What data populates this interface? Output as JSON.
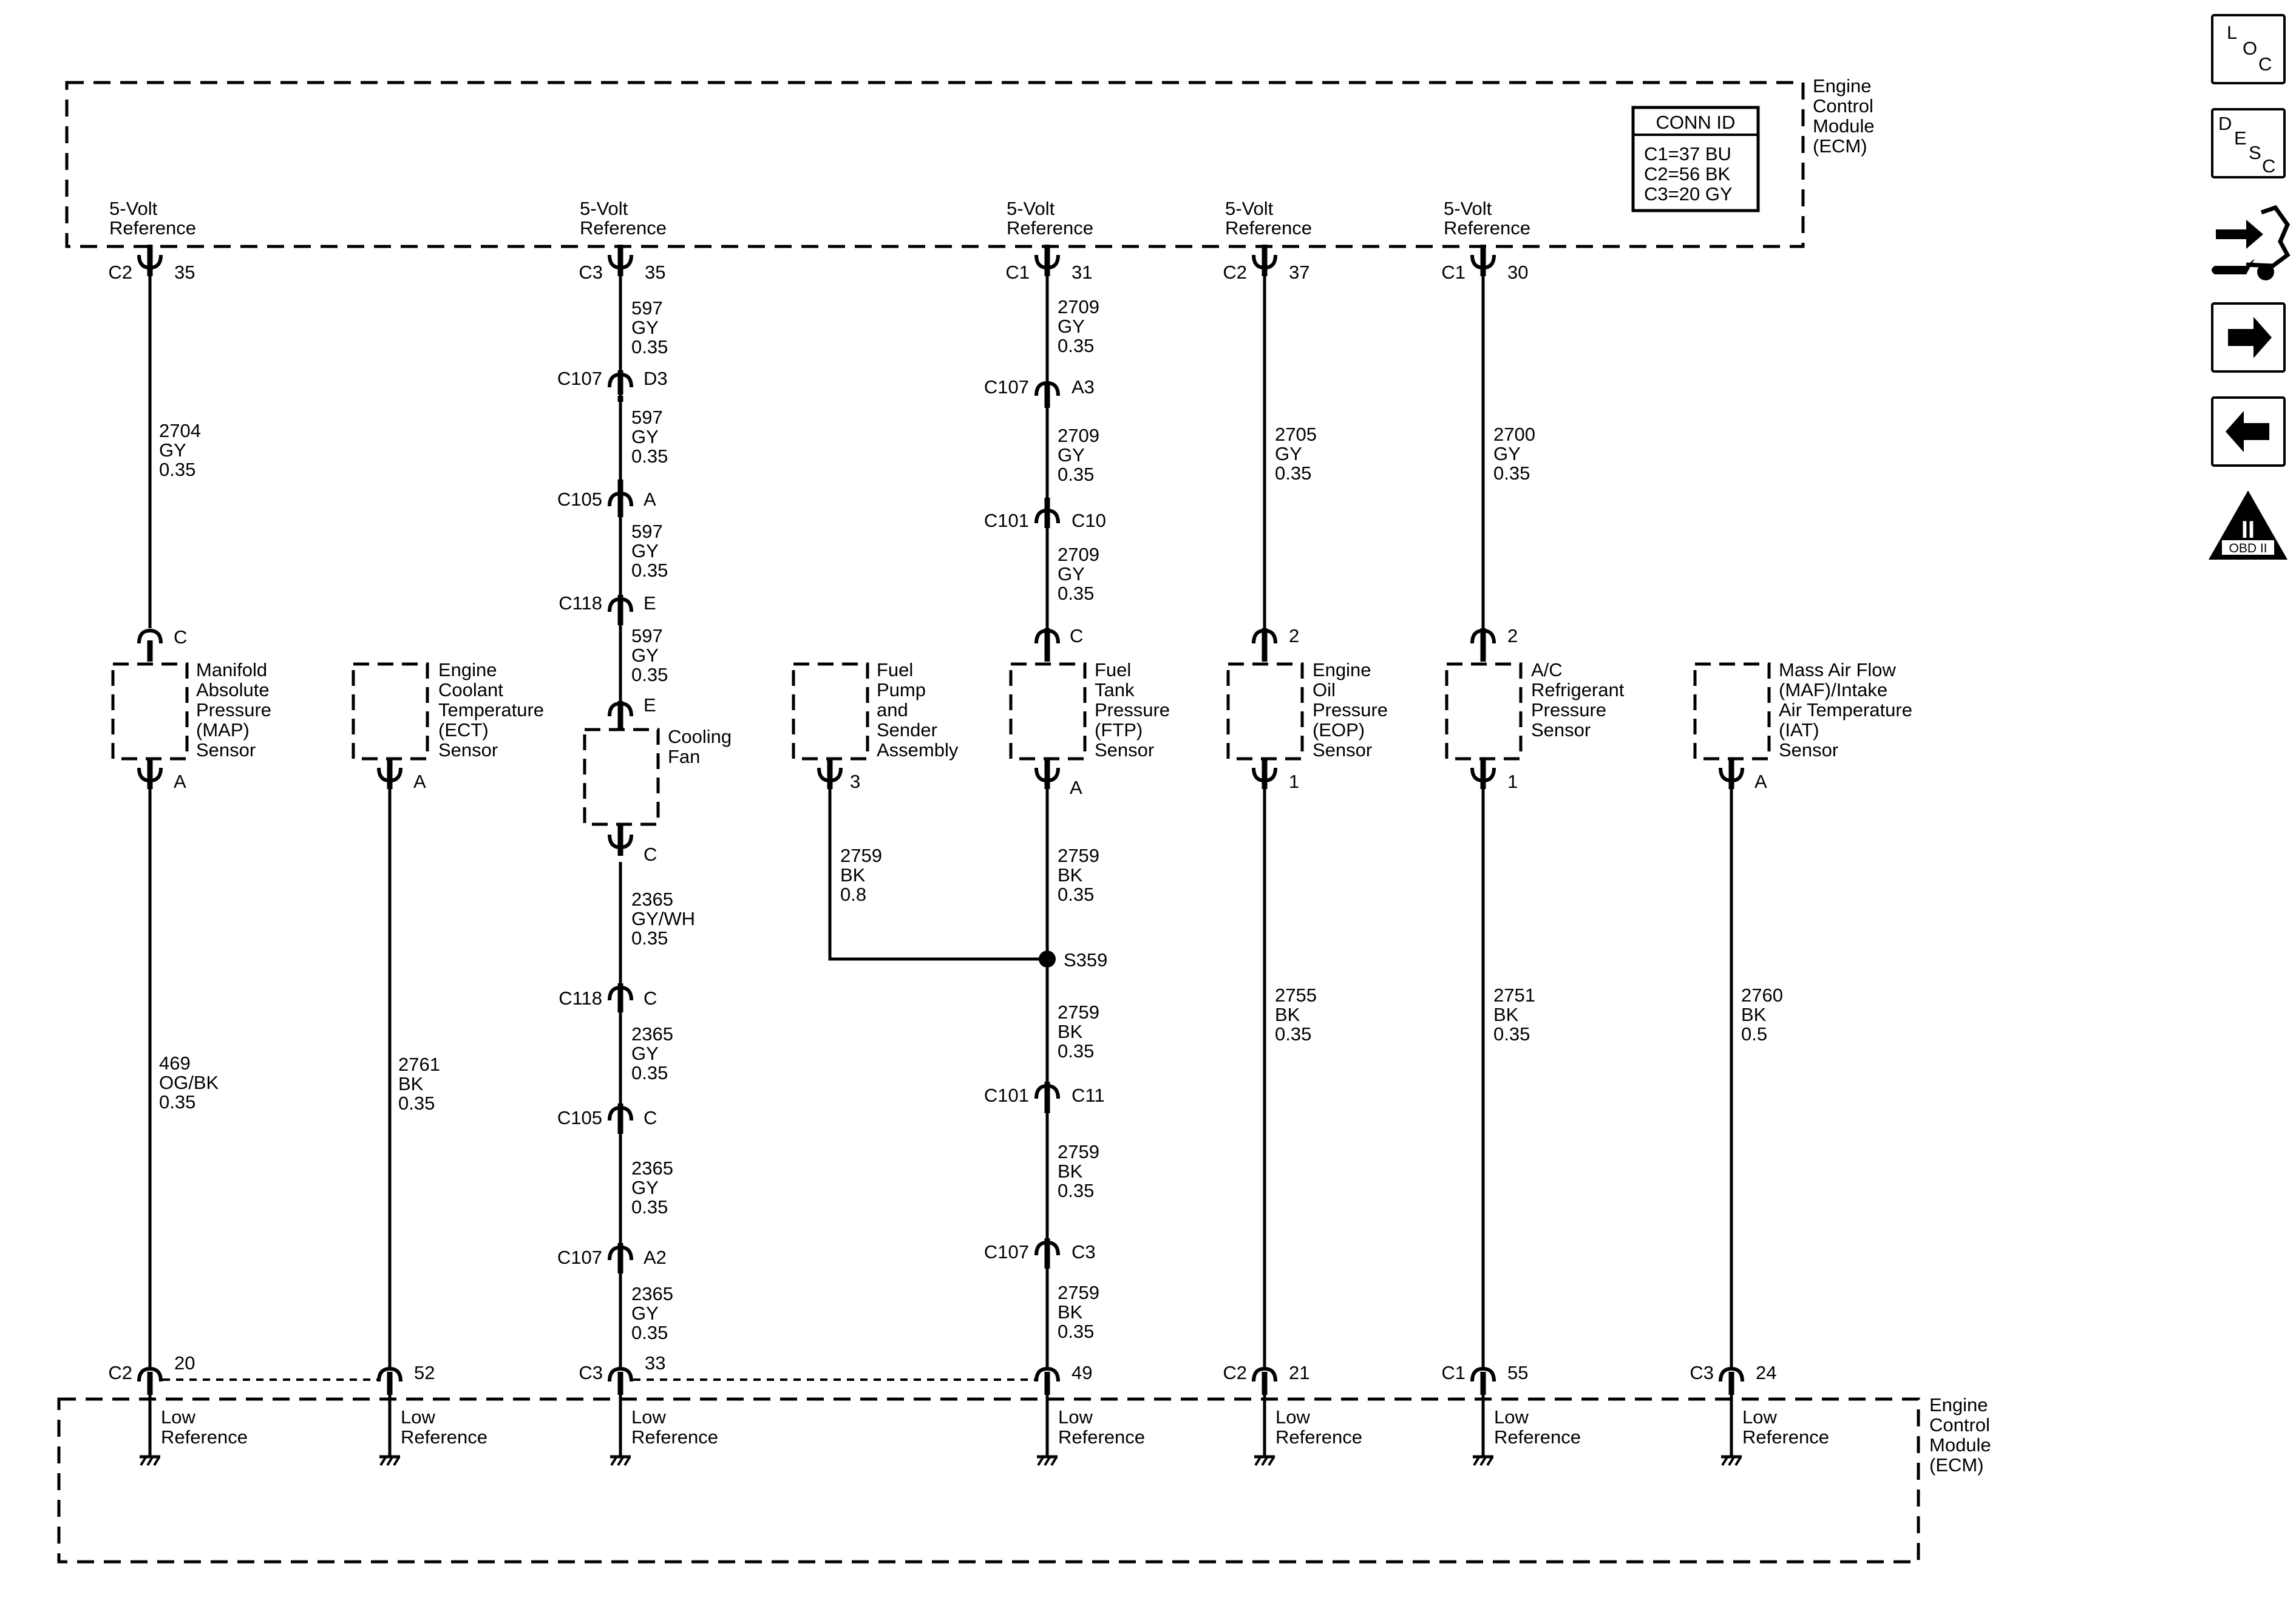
{
  "ecm": {
    "top_label": [
      "Engine",
      "Control",
      "Module",
      "(ECM)"
    ],
    "bottom_label": [
      "Engine",
      "Control",
      "Module",
      "(ECM)"
    ],
    "conn_id": {
      "title": "CONN ID",
      "lines": [
        "C1=37 BU",
        "C2=56 BK",
        "C3=20 GY"
      ]
    }
  },
  "side_buttons": {
    "loc": [
      "L",
      "O",
      "C"
    ],
    "desc": [
      "D",
      "E",
      "S",
      "C"
    ],
    "obd": {
      "numeral": "II",
      "label": "OBD II"
    }
  },
  "ref_label": [
    "5-Volt",
    "Reference"
  ],
  "low_label": [
    "Low",
    "Reference"
  ],
  "top_connectors": [
    {
      "conn": "C2",
      "pin": "35"
    },
    {
      "conn": "C3",
      "pin": "35"
    },
    {
      "conn": "C1",
      "pin": "31"
    },
    {
      "conn": "C2",
      "pin": "37"
    },
    {
      "conn": "C1",
      "pin": "30"
    }
  ],
  "bottom_connectors": [
    {
      "conn": "C2",
      "pin": "20"
    },
    {
      "conn": "",
      "pin": "52"
    },
    {
      "conn": "C3",
      "pin": "33"
    },
    {
      "conn": "",
      "pin": "49"
    },
    {
      "conn": "C2",
      "pin": "21"
    },
    {
      "conn": "C1",
      "pin": "55"
    },
    {
      "conn": "C3",
      "pin": "24"
    }
  ],
  "inline_connectors": [
    {
      "conn": "C107",
      "pin": "D3"
    },
    {
      "conn": "C105",
      "pin": "A"
    },
    {
      "conn": "C118",
      "pin": "E"
    },
    {
      "conn": "C107",
      "pin": "A3"
    },
    {
      "conn": "C101",
      "pin": "C10"
    },
    {
      "conn": "C118",
      "pin": "C"
    },
    {
      "conn": "C105",
      "pin": "C"
    },
    {
      "conn": "C107",
      "pin": "A2"
    },
    {
      "conn": "C101",
      "pin": "C11"
    },
    {
      "conn": "C107",
      "pin": "C3"
    }
  ],
  "components": [
    {
      "lines": [
        "Manifold",
        "Absolute",
        "Pressure",
        "(MAP)",
        "Sensor"
      ],
      "pins": [
        "C",
        "A"
      ]
    },
    {
      "lines": [
        "Engine",
        "Coolant",
        "Temperature",
        "(ECT)",
        "Sensor"
      ],
      "pins": [
        "A"
      ]
    },
    {
      "lines": [
        "Cooling",
        "Fan"
      ],
      "pins": [
        "E",
        "C"
      ]
    },
    {
      "lines": [
        "Fuel",
        "Pump",
        "and",
        "Sender",
        "Assembly"
      ],
      "pins": [
        "3"
      ]
    },
    {
      "lines": [
        "Fuel",
        "Tank",
        "Pressure",
        "(FTP)",
        "Sensor"
      ],
      "pins": [
        "C",
        "A"
      ]
    },
    {
      "lines": [
        "Engine",
        "Oil",
        "Pressure",
        "(EOP)",
        "Sensor"
      ],
      "pins": [
        "2",
        "1"
      ]
    },
    {
      "lines": [
        "A/C",
        "Refrigerant",
        "Pressure",
        "Sensor"
      ],
      "pins": [
        "2",
        "1"
      ]
    },
    {
      "lines": [
        "Mass Air Flow",
        "(MAF)/Intake",
        "Air Temperature",
        "(IAT)",
        "Sensor"
      ],
      "pins": [
        "A"
      ]
    }
  ],
  "splice": "S359",
  "wires": [
    [
      "2704",
      "GY",
      "0.35"
    ],
    [
      "469",
      "OG/BK",
      "0.35"
    ],
    [
      "2761",
      "BK",
      "0.35"
    ],
    [
      "597",
      "GY",
      "0.35"
    ],
    [
      "597",
      "GY",
      "0.35"
    ],
    [
      "597",
      "GY",
      "0.35"
    ],
    [
      "597",
      "GY",
      "0.35"
    ],
    [
      "2365",
      "GY/WH",
      "0.35"
    ],
    [
      "2365",
      "GY",
      "0.35"
    ],
    [
      "2365",
      "GY",
      "0.35"
    ],
    [
      "2365",
      "GY",
      "0.35"
    ],
    [
      "2759",
      "BK",
      "0.8"
    ],
    [
      "2709",
      "GY",
      "0.35"
    ],
    [
      "2709",
      "GY",
      "0.35"
    ],
    [
      "2709",
      "GY",
      "0.35"
    ],
    [
      "2759",
      "BK",
      "0.35"
    ],
    [
      "2759",
      "BK",
      "0.35"
    ],
    [
      "2759",
      "BK",
      "0.35"
    ],
    [
      "2759",
      "BK",
      "0.35"
    ],
    [
      "2705",
      "GY",
      "0.35"
    ],
    [
      "2755",
      "BK",
      "0.35"
    ],
    [
      "2700",
      "GY",
      "0.35"
    ],
    [
      "2751",
      "BK",
      "0.35"
    ],
    [
      "2760",
      "BK",
      "0.5"
    ]
  ]
}
